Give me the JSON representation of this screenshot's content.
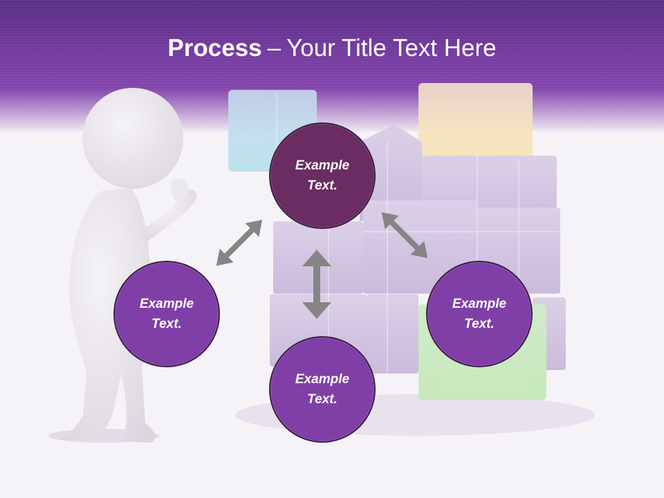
{
  "title": {
    "bold": "Process",
    "separator": "–",
    "rest": "Your Title Text Here"
  },
  "nodes": [
    {
      "id": "top",
      "line1": "Example",
      "line2": "Text."
    },
    {
      "id": "left",
      "line1": "Example",
      "line2": "Text."
    },
    {
      "id": "right",
      "line1": "Example",
      "line2": "Text."
    },
    {
      "id": "bottom",
      "line1": "Example",
      "line2": "Text."
    }
  ],
  "colors": {
    "header": "#7a3ea6",
    "node_top": "#6a2c61",
    "node_other": "#7f3fa7",
    "arrow": "#858585"
  }
}
